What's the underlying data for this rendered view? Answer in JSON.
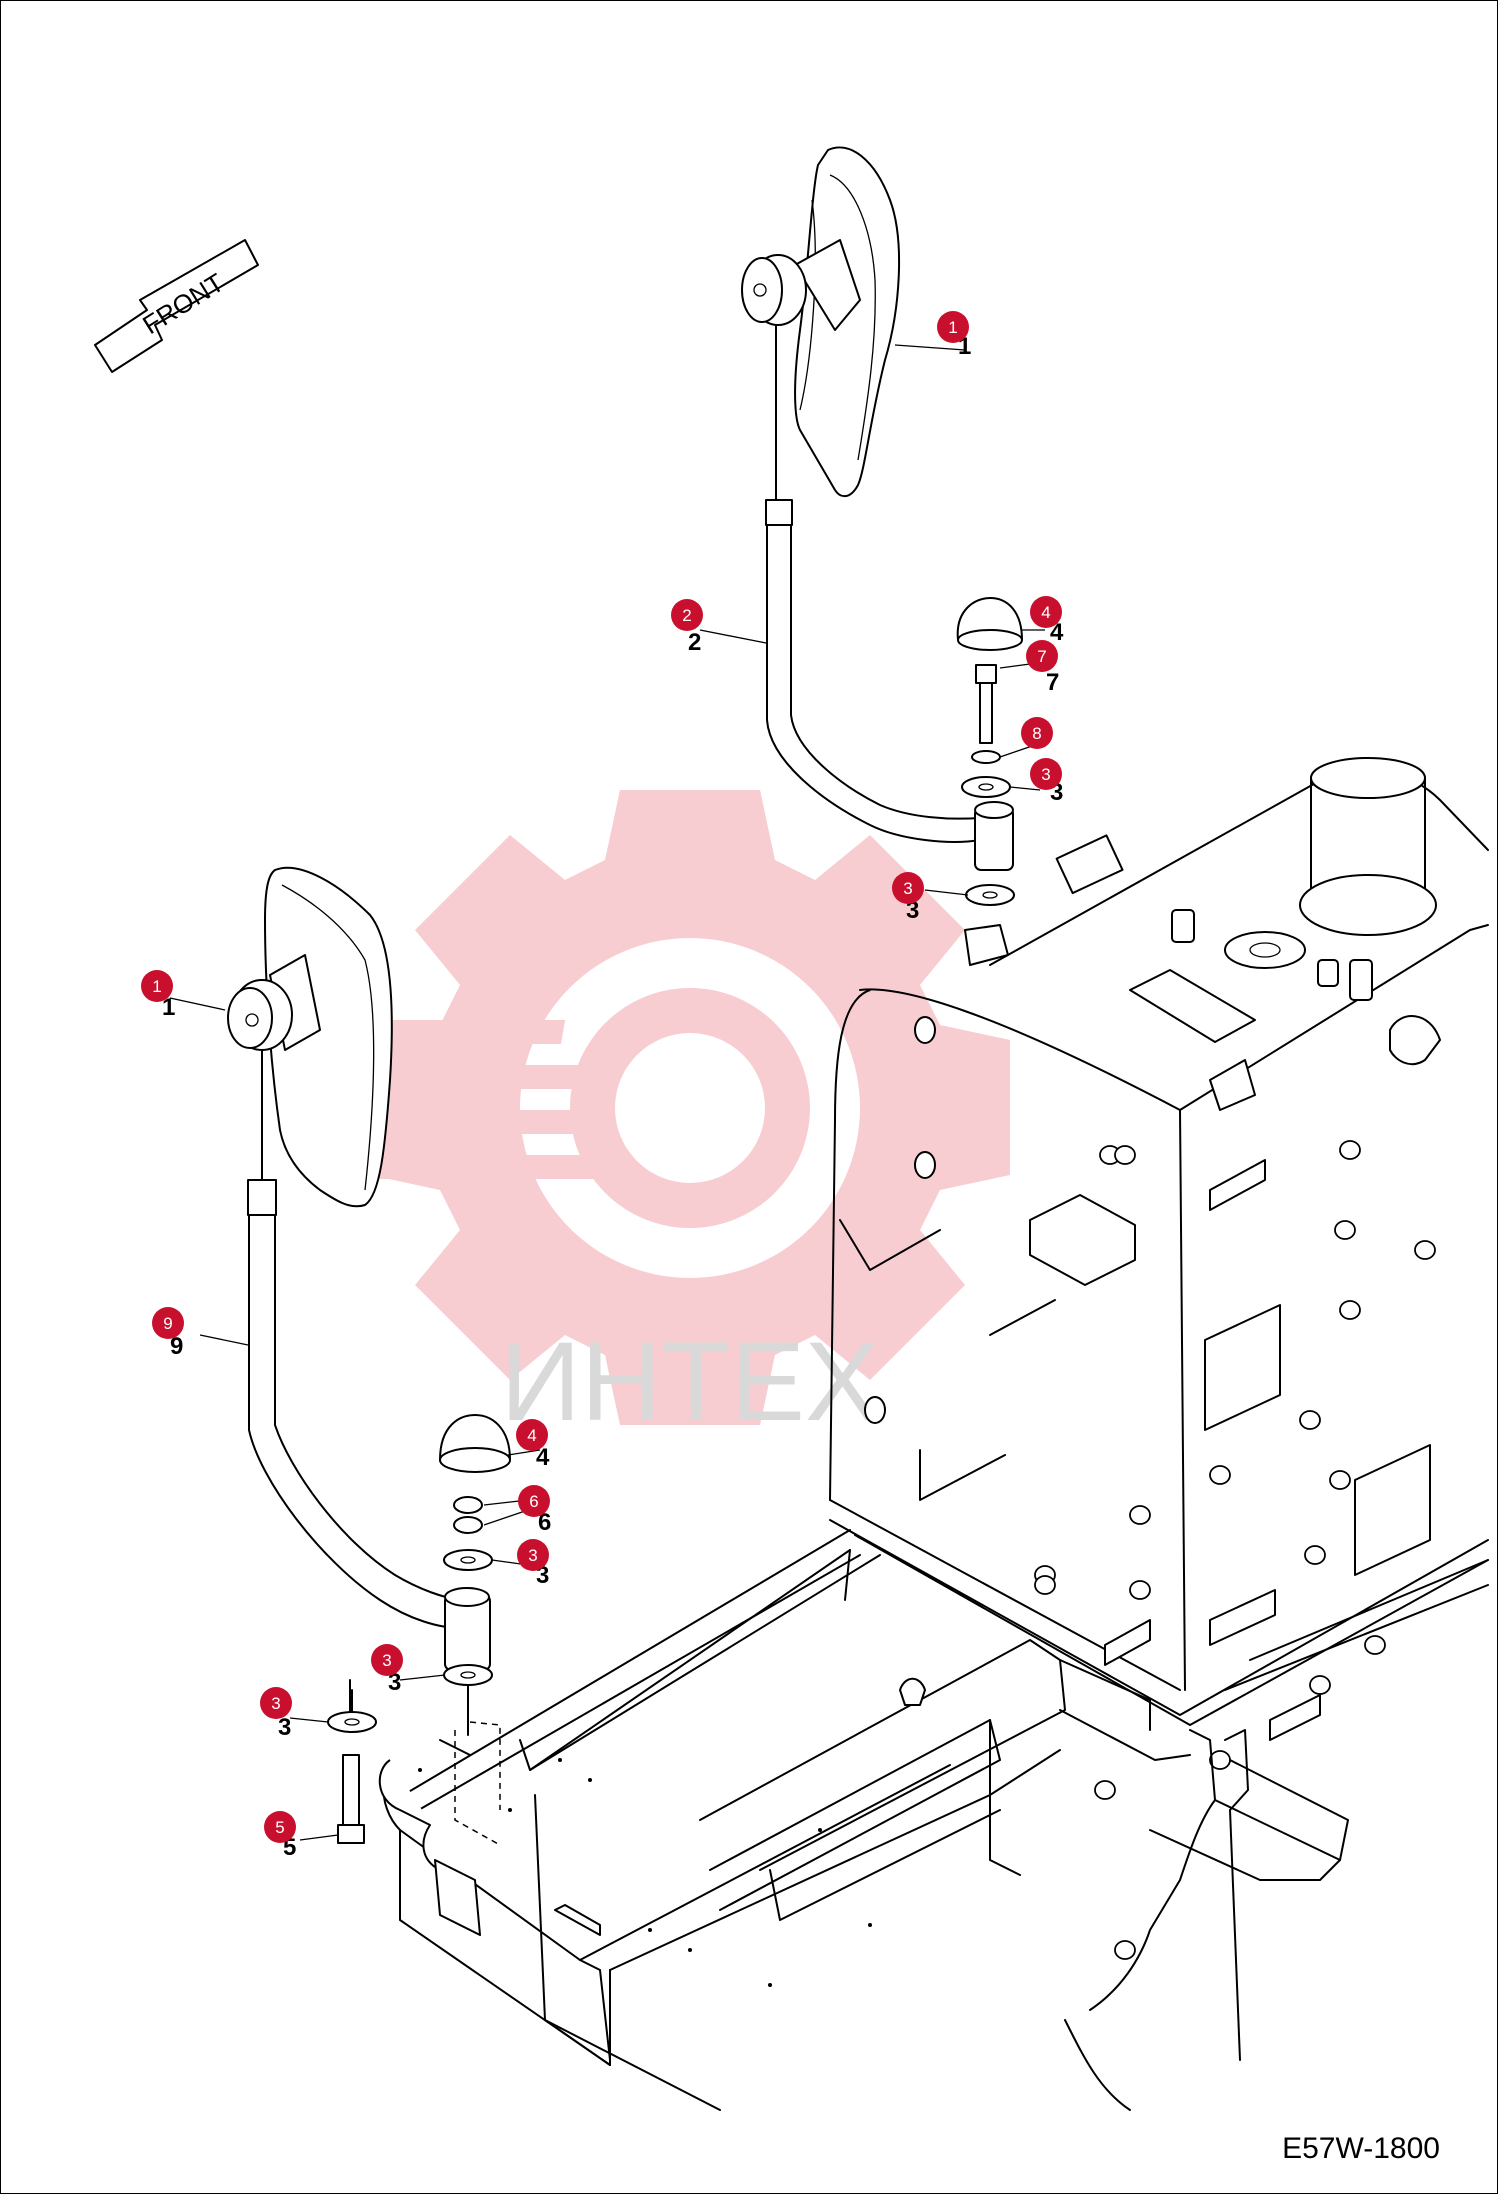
{
  "front_label": "FRONT",
  "watermark_text": "ИНТЕХ",
  "drawing_code": "E57W-1800",
  "callouts": [
    "1",
    "2",
    "3",
    "4",
    "7",
    "8",
    "3",
    "3",
    "1",
    "9",
    "4",
    "6",
    "3",
    "3",
    "3",
    "5"
  ],
  "colors": {
    "callout": "#c8102e",
    "watermark": "#f2b8bd",
    "watermark_text": "#d9d9d9",
    "line": "#000000"
  }
}
